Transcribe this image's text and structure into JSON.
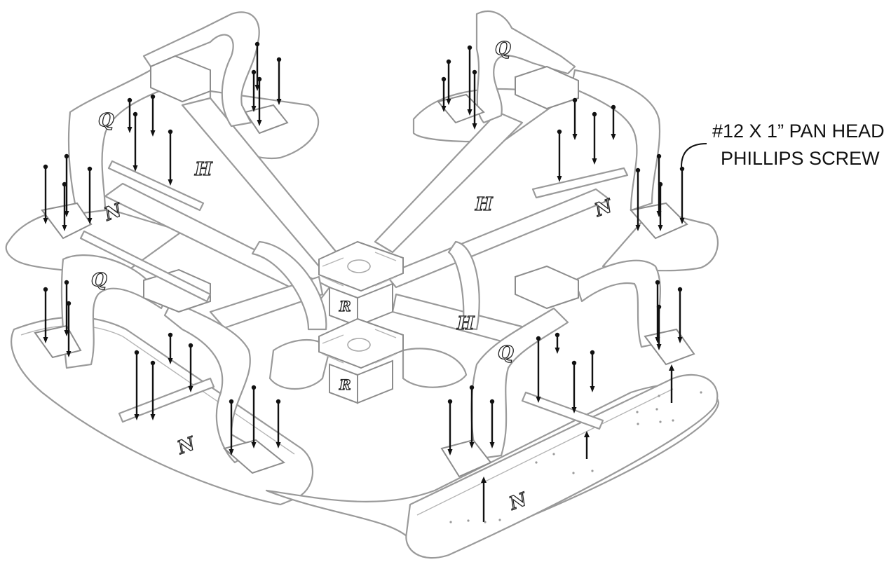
{
  "callout": {
    "line1": "#12 X 1” PAN HEAD",
    "line2": "PHILLIPS SCREW"
  },
  "part_letters": {
    "H": "H",
    "N": "N",
    "Q": "Q",
    "R": "R"
  },
  "colors": {
    "part_outline": "#9a9a9a",
    "screw": "#111111",
    "background": "#ffffff"
  }
}
